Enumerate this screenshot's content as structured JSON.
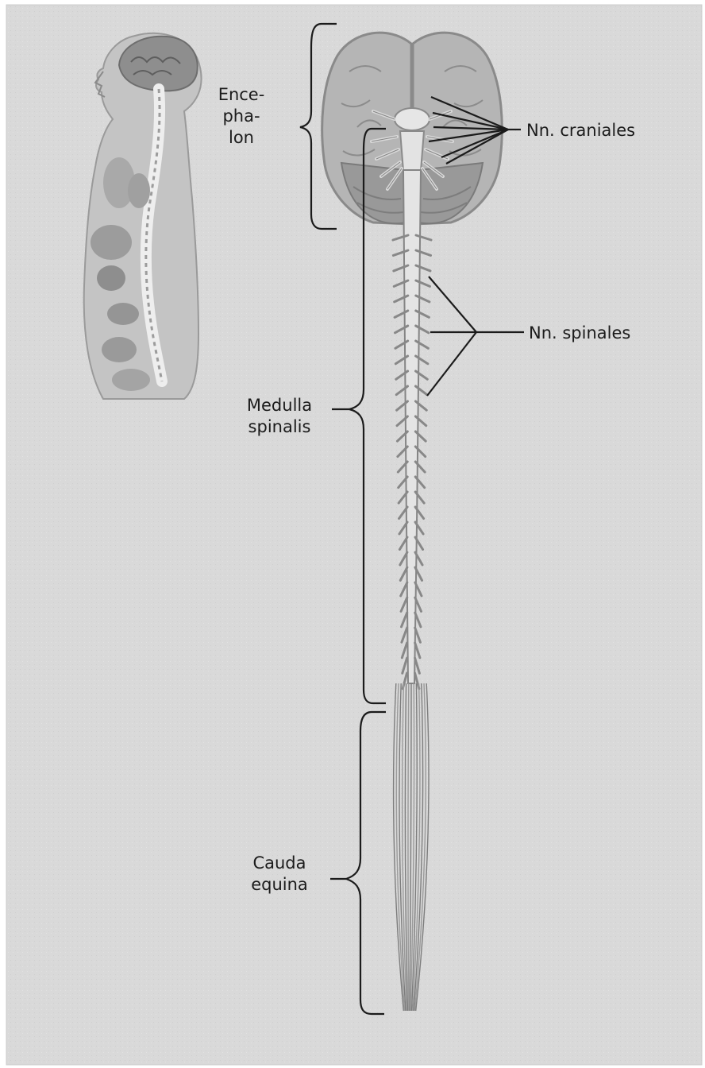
{
  "colors": {
    "background": "#d9d9d9",
    "tissue": "#b9b9b9",
    "tissue_dark": "#8f8f8f",
    "line": "#1b1b1b",
    "text": "#1b1b1b"
  },
  "labels": {
    "encephalon": [
      "Ence-",
      "pha-",
      "lon"
    ],
    "nn_craniales": "Nn. craniales",
    "nn_spinales": "Nn. spinales",
    "medulla_spinalis": [
      "Medulla",
      "spinalis"
    ],
    "cauda_equina": [
      "Cauda",
      "equina"
    ]
  }
}
